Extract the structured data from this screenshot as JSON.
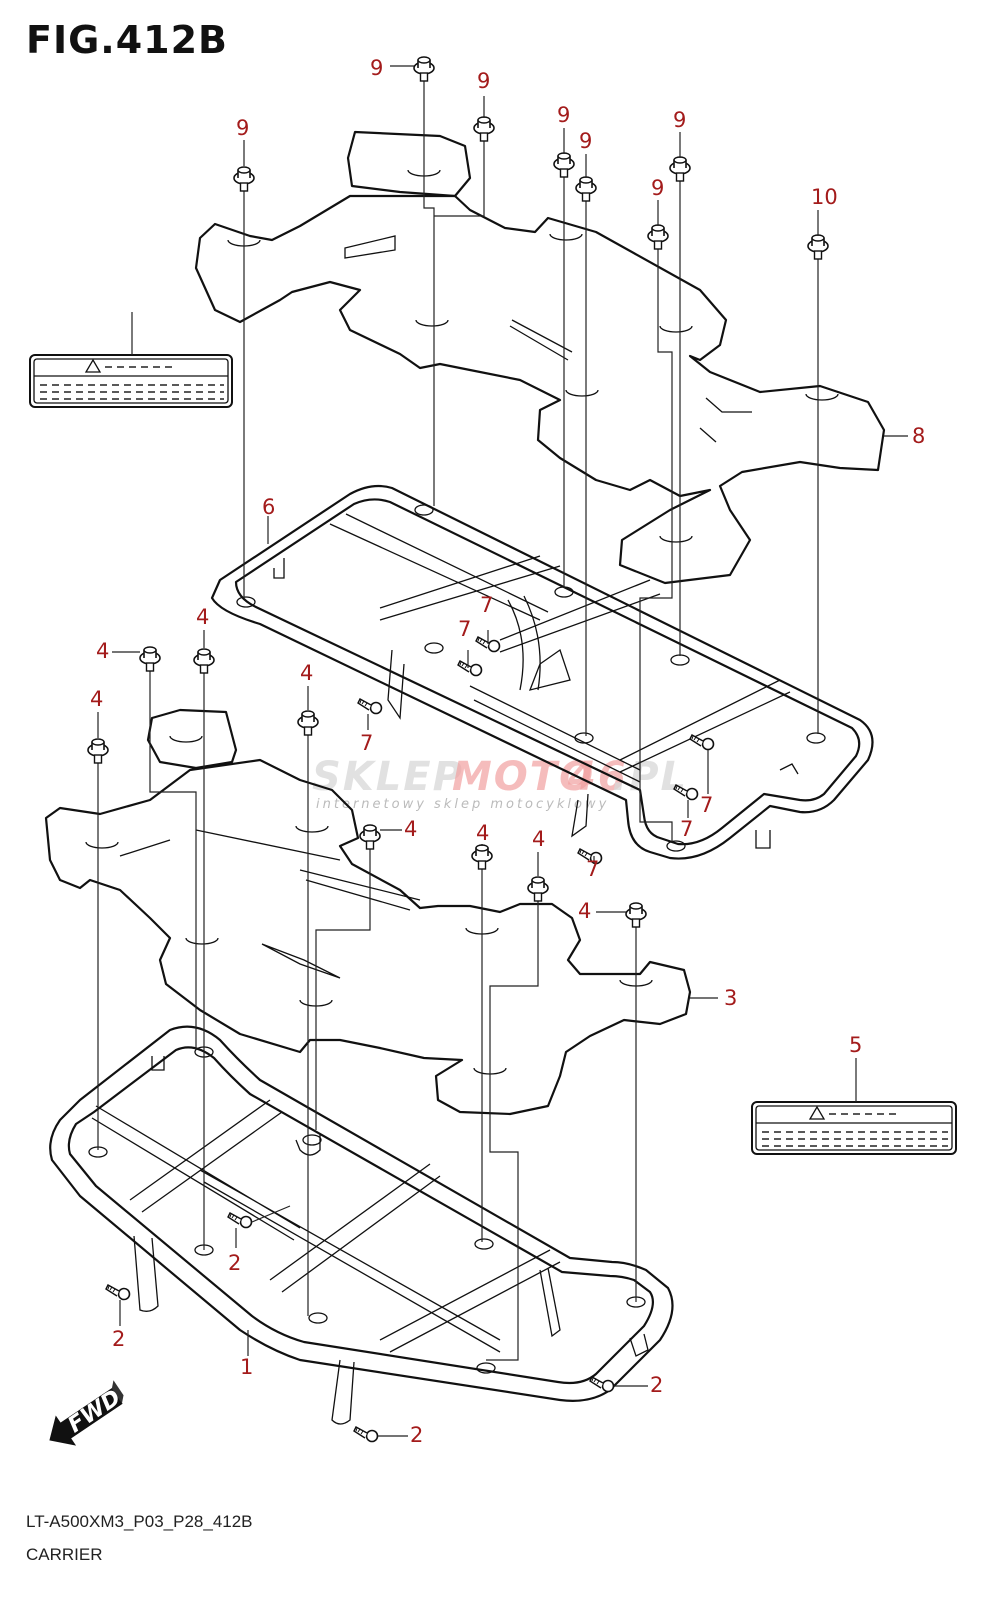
{
  "figure": {
    "title": "FIG.412B",
    "code": "LT-A500XM3_P03_P28_412B",
    "name": "CARRIER"
  },
  "watermark": {
    "brand_part1": "SKLEP",
    "brand_part2": "MOTO",
    "brand_part3": "46",
    "brand_part4": ".PL",
    "tagline": "internetowy sklep motocyklowy"
  },
  "direction_marker": {
    "label": "FWD",
    "icon": "forward-arrow-icon"
  },
  "callouts": [
    {
      "id": "c1",
      "number": "1"
    },
    {
      "id": "c2a",
      "number": "2"
    },
    {
      "id": "c2b",
      "number": "2"
    },
    {
      "id": "c2c",
      "number": "2"
    },
    {
      "id": "c2d",
      "number": "2"
    },
    {
      "id": "c3",
      "number": "3"
    },
    {
      "id": "c4a",
      "number": "4"
    },
    {
      "id": "c4b",
      "number": "4"
    },
    {
      "id": "c4c",
      "number": "4"
    },
    {
      "id": "c4d",
      "number": "4"
    },
    {
      "id": "c4e",
      "number": "4"
    },
    {
      "id": "c4f",
      "number": "4"
    },
    {
      "id": "c4g",
      "number": "4"
    },
    {
      "id": "c4h",
      "number": "4"
    },
    {
      "id": "c5",
      "number": "5"
    },
    {
      "id": "c6",
      "number": "6"
    },
    {
      "id": "c7a",
      "number": "7"
    },
    {
      "id": "c7b",
      "number": "7"
    },
    {
      "id": "c7c",
      "number": "7"
    },
    {
      "id": "c7d",
      "number": "7"
    },
    {
      "id": "c7e",
      "number": "7"
    },
    {
      "id": "c7f",
      "number": "7"
    },
    {
      "id": "c8",
      "number": "8"
    },
    {
      "id": "c9a",
      "number": "9"
    },
    {
      "id": "c9b",
      "number": "9"
    },
    {
      "id": "c9c",
      "number": "9"
    },
    {
      "id": "c9d",
      "number": "9"
    },
    {
      "id": "c9e",
      "number": "9"
    },
    {
      "id": "c9f",
      "number": "9"
    },
    {
      "id": "c9g",
      "number": "9"
    },
    {
      "id": "c10",
      "number": "10"
    }
  ],
  "colors": {
    "callout": "#a31b1b",
    "line": "#111111",
    "background": "#ffffff"
  }
}
